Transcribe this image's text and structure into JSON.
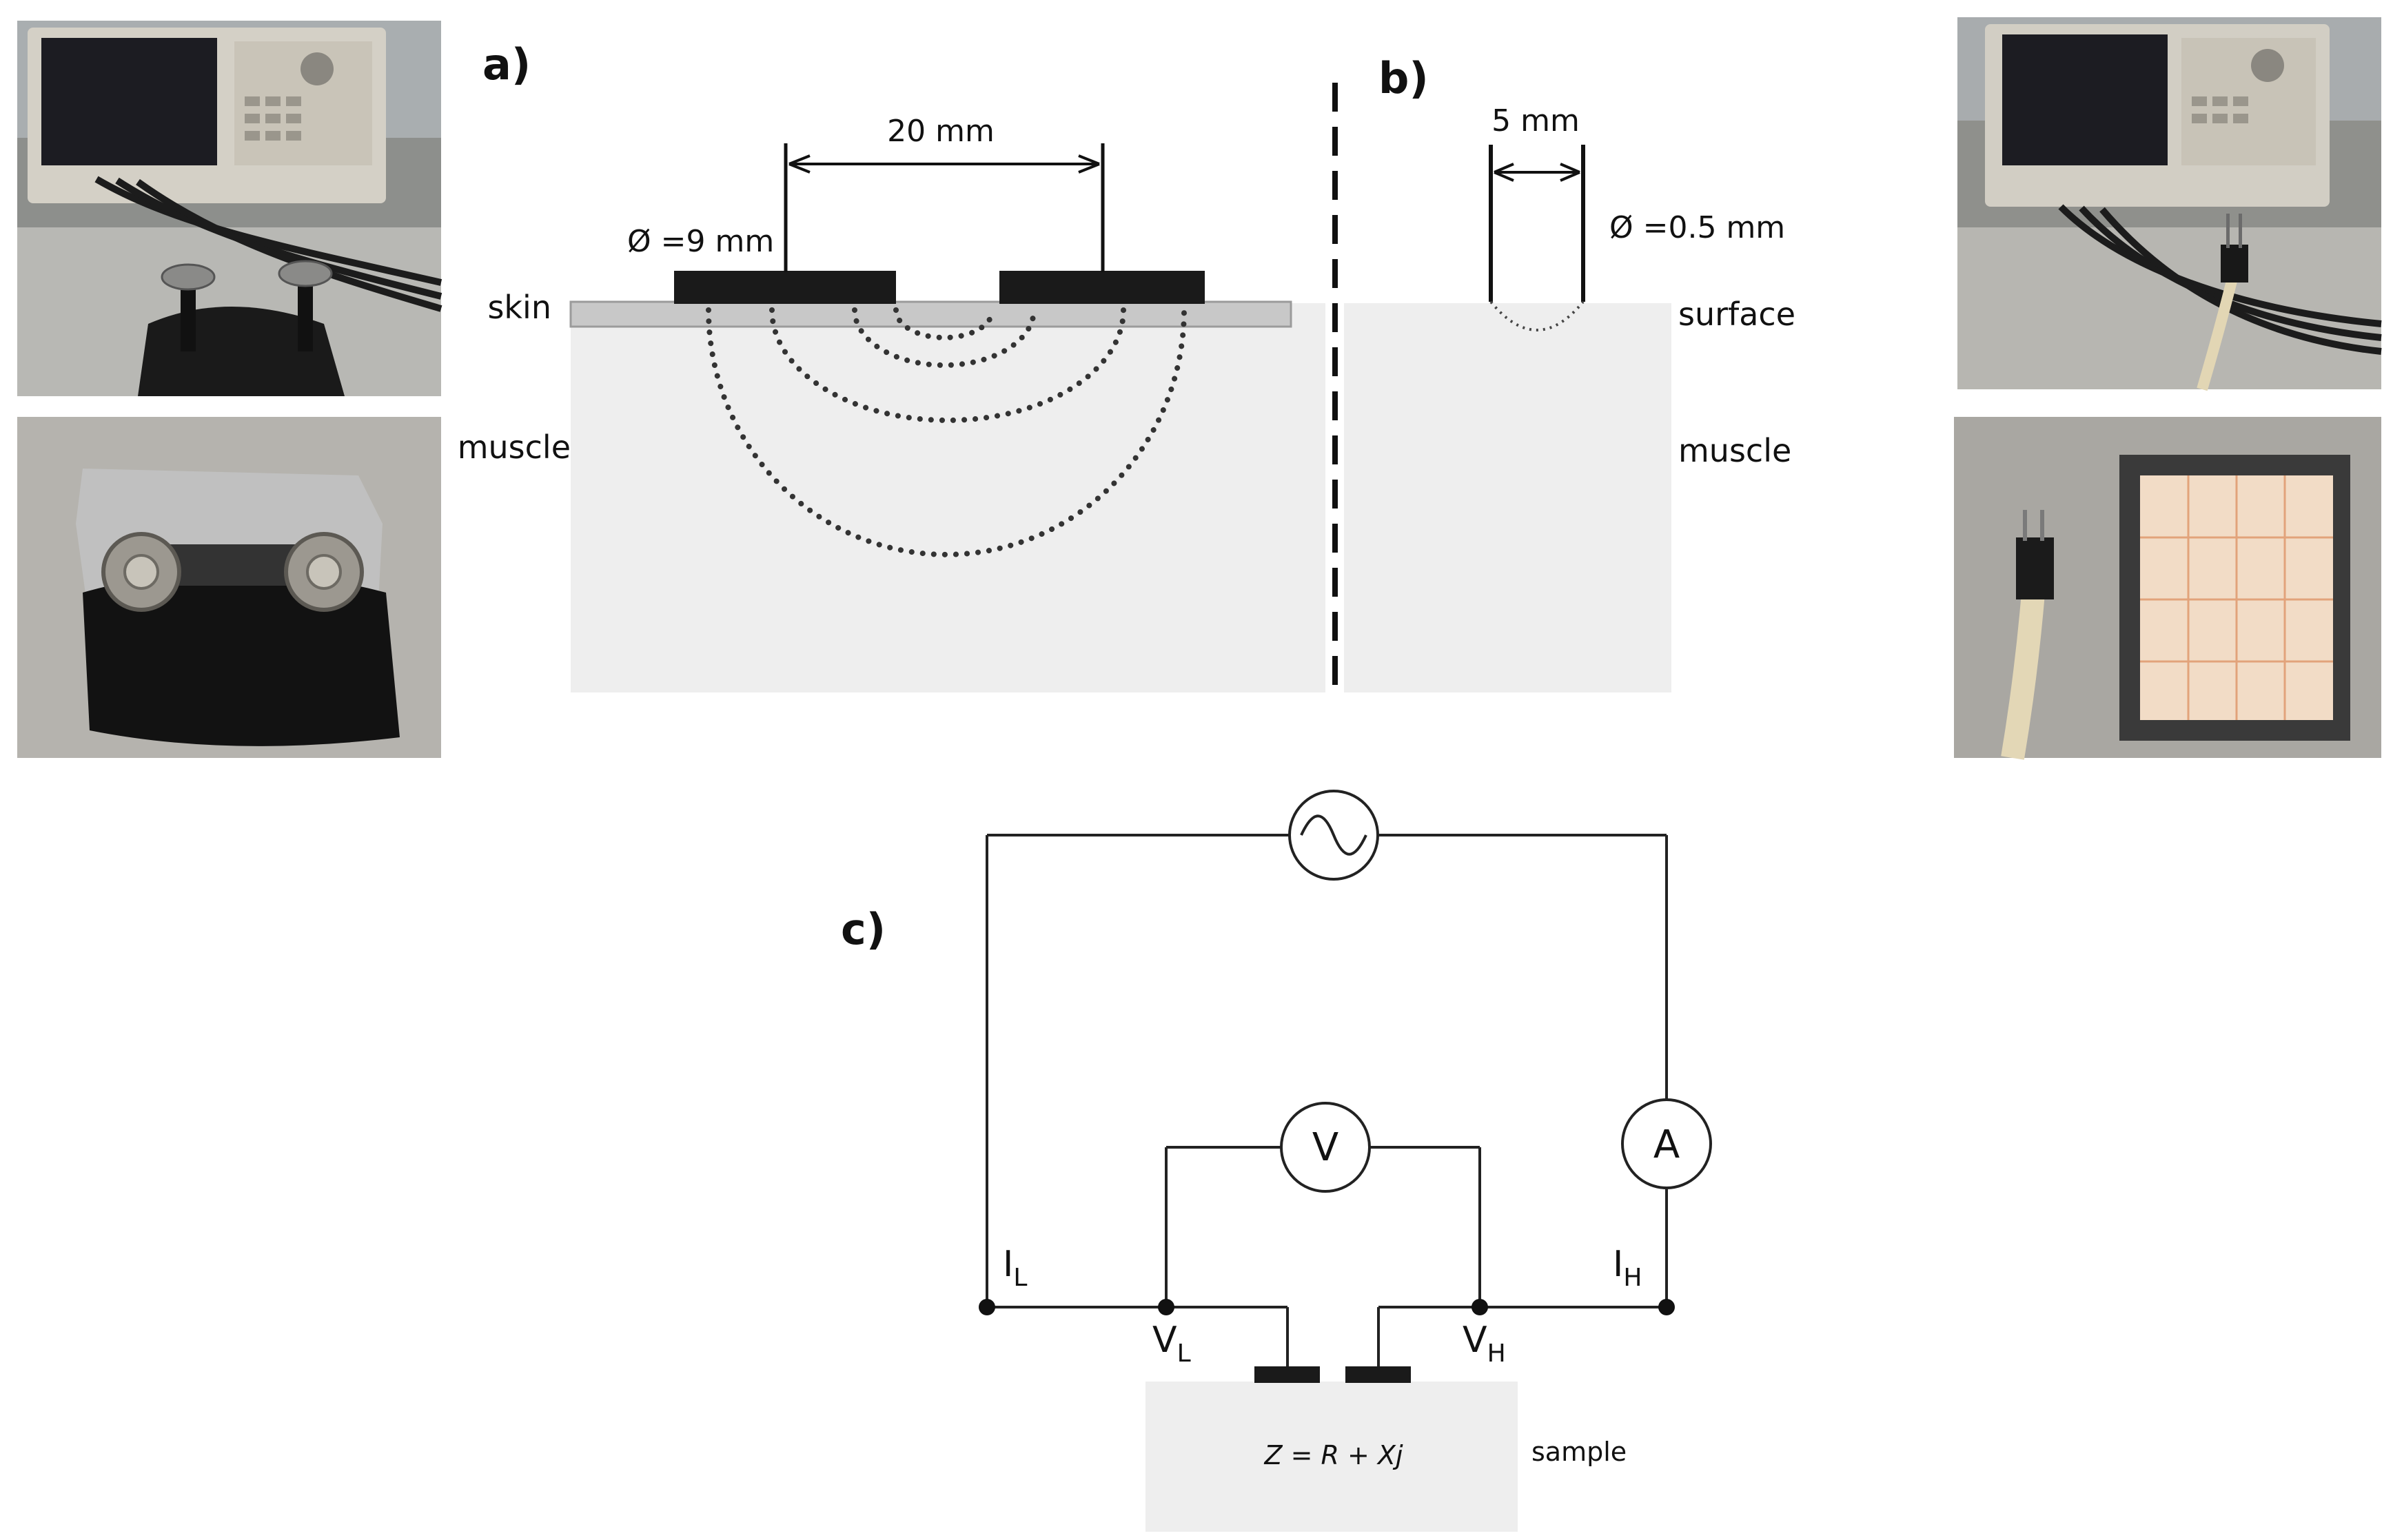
{
  "panels": {
    "a": {
      "label": "a)",
      "spacing": "20 mm",
      "diameter": "Ø =9 mm",
      "layer_top": "skin",
      "layer_bottom": "muscle"
    },
    "b": {
      "label": "b)",
      "spacing": "5 mm",
      "diameter": "Ø =0.5 mm",
      "layer_top": "surface",
      "layer_bottom": "muscle"
    },
    "c": {
      "label": "c)",
      "voltmeter": "V",
      "ammeter": "A",
      "terminals": {
        "il": {
          "main": "I",
          "sub": "L"
        },
        "ih": {
          "main": "I",
          "sub": "H"
        },
        "vl": {
          "main": "V",
          "sub": "L"
        },
        "vh": {
          "main": "V",
          "sub": "H"
        }
      },
      "impedance": "Z = R + Xj",
      "sample_label": "sample"
    }
  },
  "photos": [
    {
      "name": "impedance-analyzer-with-large-electrodes"
    },
    {
      "name": "large-electrode-pair-closeup"
    },
    {
      "name": "impedance-analyzer-with-needle-probe"
    },
    {
      "name": "needle-probe-and-sample-on-grid"
    }
  ],
  "colors": {
    "tissue": "#efefef",
    "electrode": "#1a1a1a",
    "skin": "#c8c8c8",
    "line": "#111111"
  }
}
